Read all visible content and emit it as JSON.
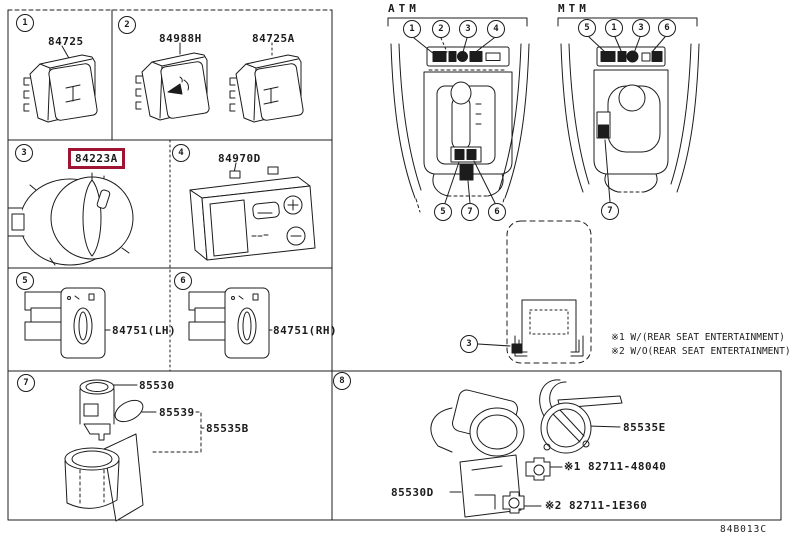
{
  "page": {
    "doc_code": "84B013C",
    "highlight_color": "#9e1432"
  },
  "cells": [
    {
      "num": "1",
      "parts": [
        {
          "label": "84725"
        }
      ]
    },
    {
      "num": "2",
      "parts": [
        {
          "label": "84988H"
        },
        {
          "label": "84725A"
        }
      ]
    },
    {
      "num": "3",
      "parts": [
        {
          "label": "84223A",
          "highlighted": true
        }
      ]
    },
    {
      "num": "4",
      "parts": [
        {
          "label": "84970D"
        }
      ]
    },
    {
      "num": "5",
      "parts": [
        {
          "label": "84751(LH)"
        }
      ]
    },
    {
      "num": "6",
      "parts": [
        {
          "label": "84751(RH)"
        }
      ]
    },
    {
      "num": "7",
      "parts": [
        {
          "label": "85530"
        },
        {
          "label": "85539"
        },
        {
          "label": "85535B"
        }
      ]
    },
    {
      "num": "8",
      "parts": [
        {
          "label": "85530D"
        },
        {
          "label": "85535E"
        },
        {
          "label": "※1 82711-48040"
        },
        {
          "label": "※2 82711-1E360"
        }
      ]
    }
  ],
  "sections": {
    "atm": {
      "label": "ATM",
      "top_callouts": [
        "1",
        "2",
        "3",
        "4"
      ],
      "bottom_callouts": [
        "5",
        "7",
        "6"
      ]
    },
    "mtm": {
      "label": "MTM",
      "top_callouts": [
        "5",
        "1",
        "3",
        "6"
      ],
      "bottom_callouts": [
        "7"
      ]
    },
    "rear_view": {
      "callout": "3"
    }
  },
  "notes": [
    "※1 W/(REAR SEAT ENTERTAINMENT)",
    "※2 W/O(REAR SEAT ENTERTAINMENT)"
  ]
}
